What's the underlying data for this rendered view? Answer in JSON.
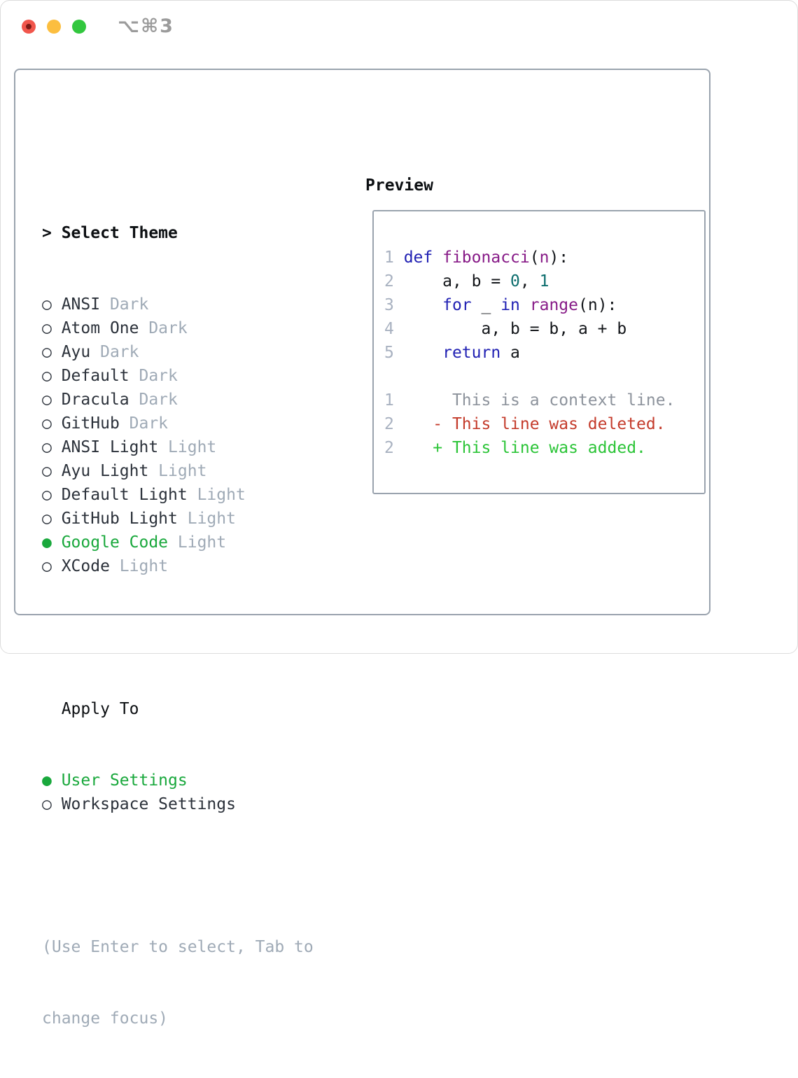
{
  "window": {
    "title": "⌥⌘3"
  },
  "markers": {
    "focus": "> ",
    "unselected": "○ ",
    "selected": "● "
  },
  "left": {
    "header": "Select Theme",
    "themes": [
      {
        "name": "ANSI",
        "variant": "Dark",
        "selected": false
      },
      {
        "name": "Atom One",
        "variant": "Dark",
        "selected": false
      },
      {
        "name": "Ayu",
        "variant": "Dark",
        "selected": false
      },
      {
        "name": "Default",
        "variant": "Dark",
        "selected": false
      },
      {
        "name": "Dracula",
        "variant": "Dark",
        "selected": false
      },
      {
        "name": "GitHub",
        "variant": "Dark",
        "selected": false
      },
      {
        "name": "ANSI Light",
        "variant": "Light",
        "selected": false
      },
      {
        "name": "Ayu Light",
        "variant": "Light",
        "selected": false
      },
      {
        "name": "Default Light",
        "variant": "Light",
        "selected": false
      },
      {
        "name": "GitHub Light",
        "variant": "Light",
        "selected": false
      },
      {
        "name": "Google Code",
        "variant": "Light",
        "selected": true
      },
      {
        "name": "XCode",
        "variant": "Light",
        "selected": false
      }
    ],
    "apply_to": {
      "header": "Apply To",
      "options": [
        {
          "name": "User Settings",
          "selected": true
        },
        {
          "name": "Workspace Settings",
          "selected": false
        }
      ]
    },
    "hint_lines": [
      "(Use Enter to select, Tab to",
      "change focus)"
    ]
  },
  "preview": {
    "header": "Preview",
    "code_lines": [
      [
        {
          "s": "num",
          "t": "1 "
        },
        {
          "s": "kw",
          "t": "def"
        },
        {
          "s": "pln",
          "t": " "
        },
        {
          "s": "fn",
          "t": "fibonacci"
        },
        {
          "s": "pln",
          "t": "("
        },
        {
          "s": "fn",
          "t": "n"
        },
        {
          "s": "pln",
          "t": "):"
        }
      ],
      [
        {
          "s": "num",
          "t": "2 "
        },
        {
          "s": "pln",
          "t": "    a, b = "
        },
        {
          "s": "lit",
          "t": "0"
        },
        {
          "s": "pln",
          "t": ", "
        },
        {
          "s": "lit",
          "t": "1"
        }
      ],
      [
        {
          "s": "num",
          "t": "3 "
        },
        {
          "s": "pln",
          "t": "    "
        },
        {
          "s": "kw",
          "t": "for"
        },
        {
          "s": "pln",
          "t": " _ "
        },
        {
          "s": "kw",
          "t": "in"
        },
        {
          "s": "pln",
          "t": " "
        },
        {
          "s": "fn",
          "t": "range"
        },
        {
          "s": "pln",
          "t": "(n):"
        }
      ],
      [
        {
          "s": "num",
          "t": "4 "
        },
        {
          "s": "pln",
          "t": "        a, b = b, a + b"
        }
      ],
      [
        {
          "s": "num",
          "t": "5 "
        },
        {
          "s": "pln",
          "t": "    "
        },
        {
          "s": "kw",
          "t": "return"
        },
        {
          "s": "pln",
          "t": " a"
        }
      ],
      [],
      [
        {
          "s": "num",
          "t": "1 "
        },
        {
          "s": "ctx",
          "t": "     This is a context line."
        }
      ],
      [
        {
          "s": "num",
          "t": "2 "
        },
        {
          "s": "del",
          "t": "   - This line was deleted."
        }
      ],
      [
        {
          "s": "num",
          "t": "2 "
        },
        {
          "s": "add",
          "t": "   + This line was added."
        }
      ]
    ]
  },
  "colors": {
    "ink": "#0c0f12",
    "item": "#2b313a",
    "muted": "#9faab6",
    "accent_green": "#19a83c",
    "border": "#9aa3ae",
    "line_number": "#a8b1c0",
    "context_gray": "#8d939c",
    "keyword_blue": "#2121b3",
    "function_purple": "#871a87",
    "literal_teal": "#0c6d6d",
    "plain_code": "#13161a",
    "deleted_red": "#c43b2b",
    "added_green": "#2bc437"
  }
}
